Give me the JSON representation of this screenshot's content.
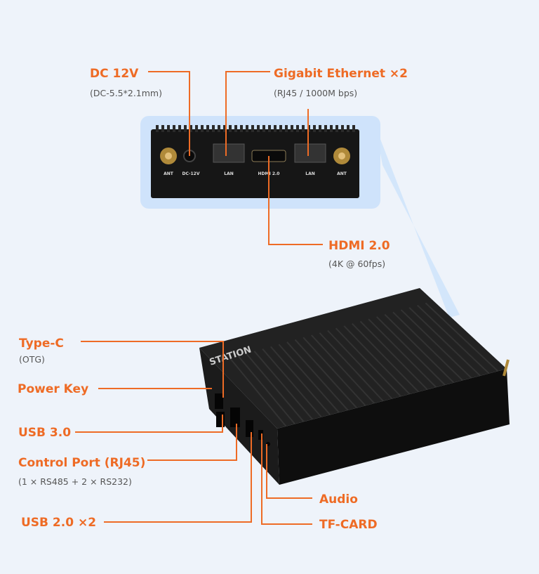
{
  "callouts": {
    "dc": {
      "label": "DC 12V",
      "sub": "(DC-5.5*2.1mm)"
    },
    "ethernet": {
      "label": "Gigabit Ethernet ×2",
      "sub": "(RJ45 / 1000M bps)"
    },
    "hdmi": {
      "label": "HDMI 2.0",
      "sub": "(4K @ 60fps)"
    },
    "typec": {
      "label": "Type-C",
      "sub": "(OTG)"
    },
    "power": {
      "label": "Power Key"
    },
    "usb3": {
      "label": "USB 3.0"
    },
    "control": {
      "label": "Control Port (RJ45)",
      "sub": "(1 × RS485 + 2 × RS232)"
    },
    "usb2": {
      "label": "USB 2.0 ×2"
    },
    "audio": {
      "label": "Audio"
    },
    "tf": {
      "label": "TF-CARD"
    }
  },
  "rear_panel_labels": [
    "ANT",
    "DC-12V",
    "LAN",
    "HDMI 2.0",
    "LAN",
    "ANT"
  ],
  "brand": "STATION",
  "colors": {
    "accent": "#ee6b25",
    "background": "#eef3fa",
    "panel": "#cfe3fb",
    "device": "#1a1a1a"
  }
}
